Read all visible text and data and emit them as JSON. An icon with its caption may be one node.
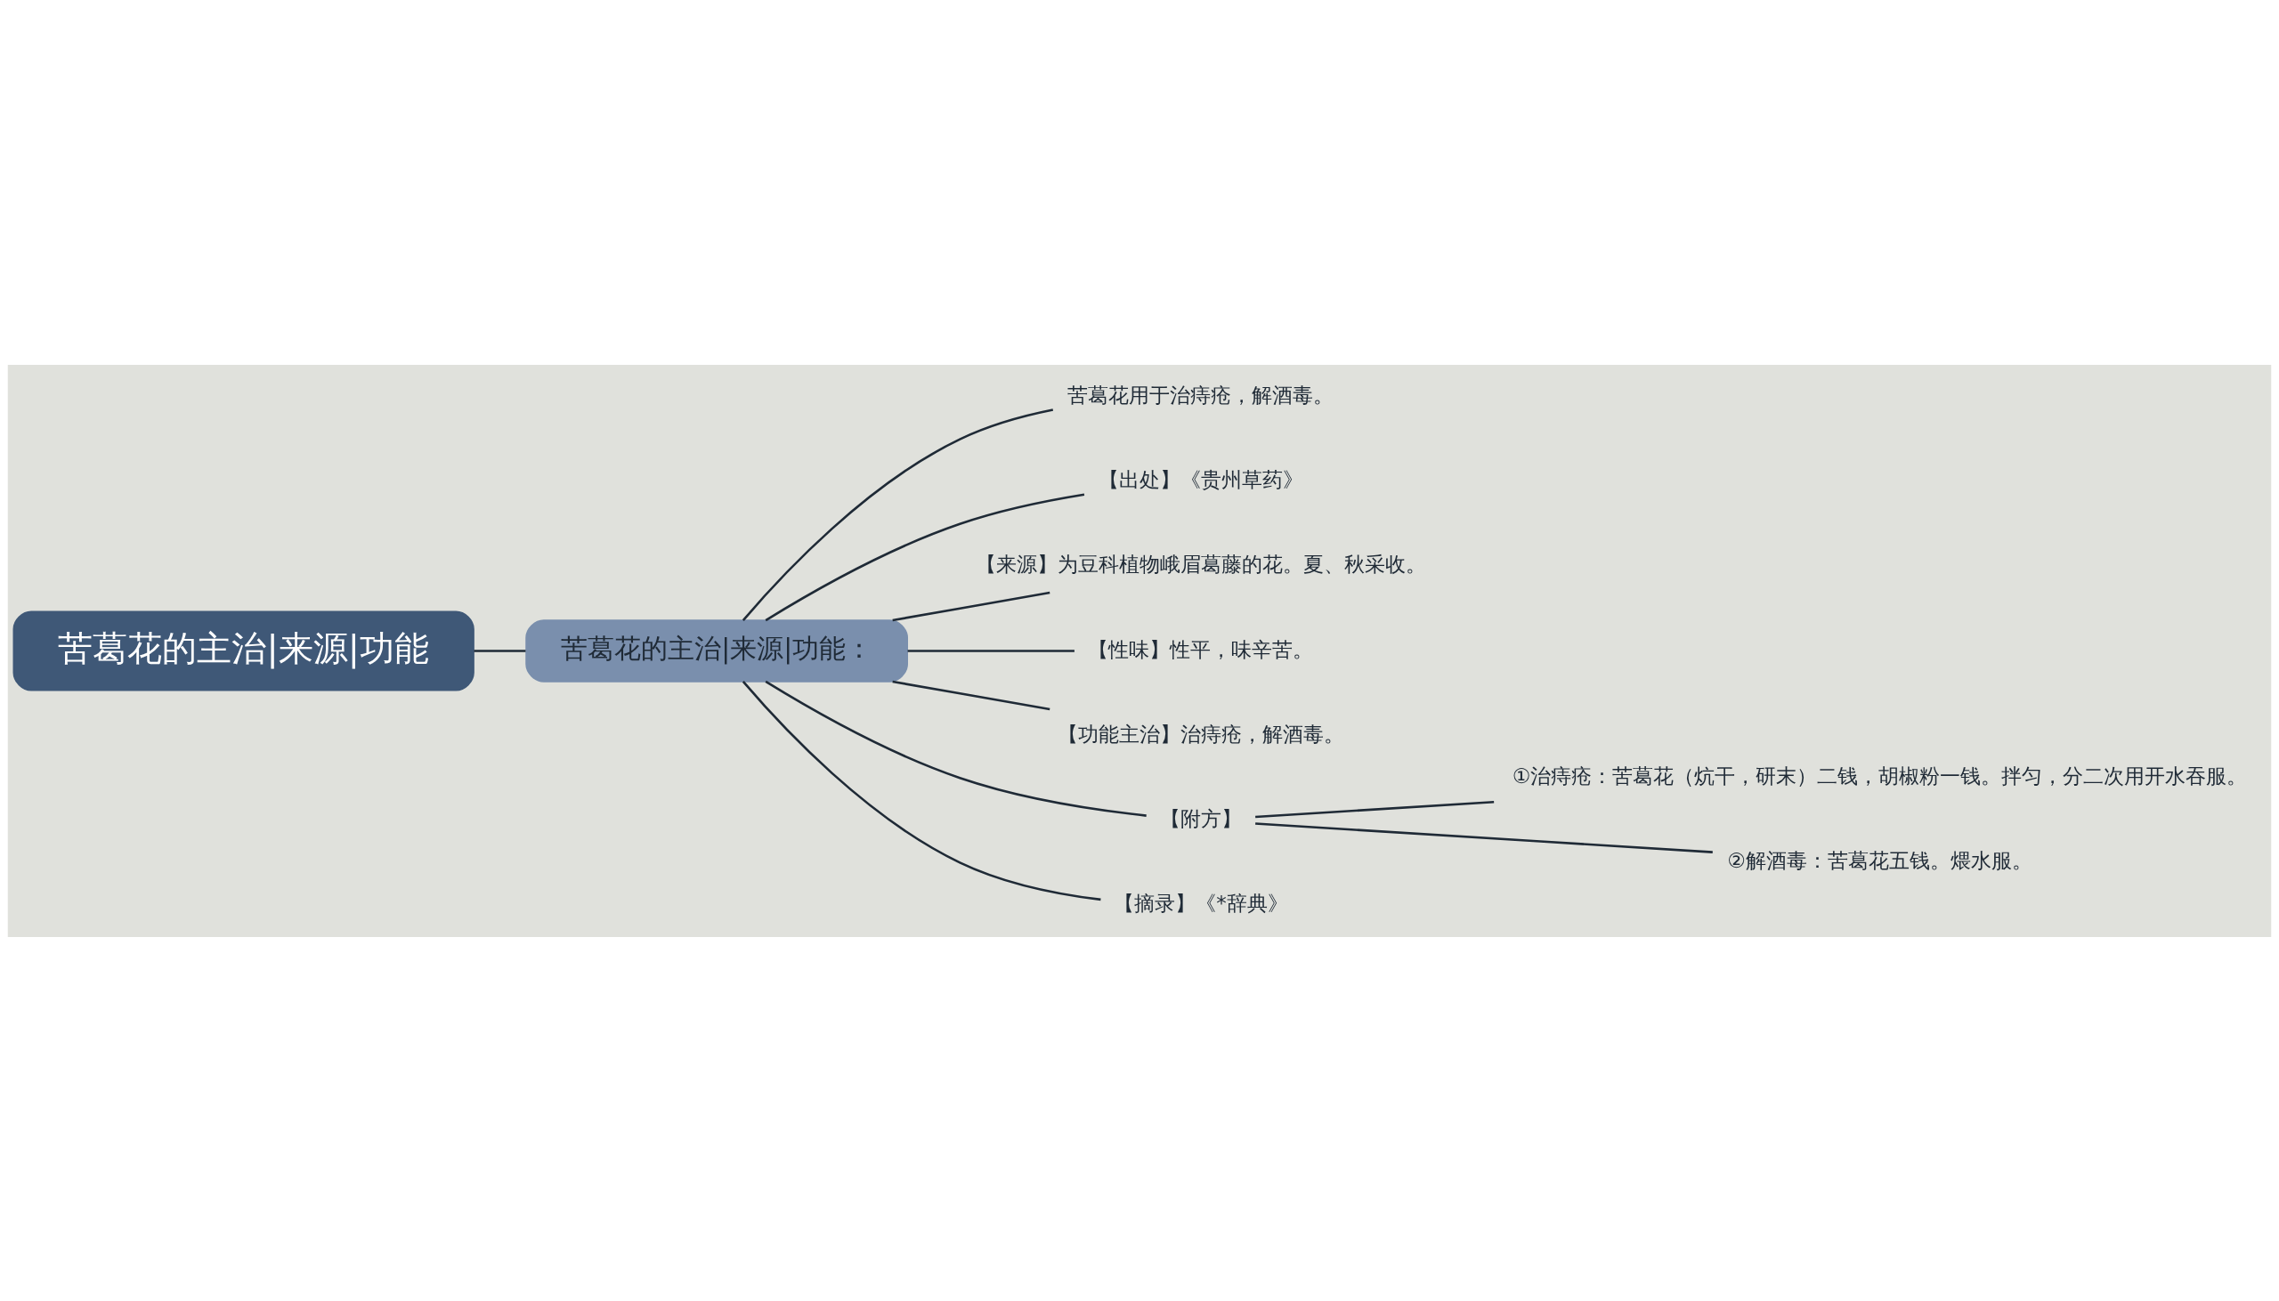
{
  "diagram": {
    "nodes": [
      {
        "text": [
          "苦葛花的主治|来源|功能"
        ]
      },
      {
        "text": [
          "苦葛花的主治|来源|功能："
        ]
      },
      {
        "text": [
          "苦葛花用于治痔疮，解酒毒。"
        ]
      },
      {
        "text": [
          "【出处】《贵州草药》"
        ]
      },
      {
        "text": [
          "【来源】为豆科植物峨眉葛藤的花。夏、秋采收。"
        ]
      },
      {
        "text": [
          "【性味】性平，味辛苦。"
        ]
      },
      {
        "text": [
          "【功能主治】治痔疮，解酒毒。"
        ]
      },
      {
        "text": [
          "【附方】"
        ]
      },
      {
        "text": [
          "①治痔疮：苦葛花（炕干，研末）二钱，胡椒粉一钱。拌匀，分二次用开水吞服。"
        ]
      },
      {
        "text": [
          "②解酒毒：苦葛花五钱。煨水服。"
        ]
      },
      {
        "text": [
          "【摘录】《*辞典》"
        ]
      }
    ],
    "edges": [
      {
        "from": 0,
        "to": 1,
        "arrow": "none"
      },
      {
        "from": 1,
        "to": 2,
        "arrow": "none"
      },
      {
        "from": 1,
        "to": 3,
        "arrow": "none"
      },
      {
        "from": 1,
        "to": 4,
        "arrow": "none"
      },
      {
        "from": 1,
        "to": 5,
        "arrow": "none"
      },
      {
        "from": 1,
        "to": 6,
        "arrow": "none"
      },
      {
        "from": 1,
        "to": 7,
        "arrow": "none"
      },
      {
        "from": 7,
        "to": 8,
        "arrow": "none"
      },
      {
        "from": 7,
        "to": 9,
        "arrow": "none"
      },
      {
        "from": 1,
        "to": 10,
        "arrow": "none"
      }
    ]
  }
}
